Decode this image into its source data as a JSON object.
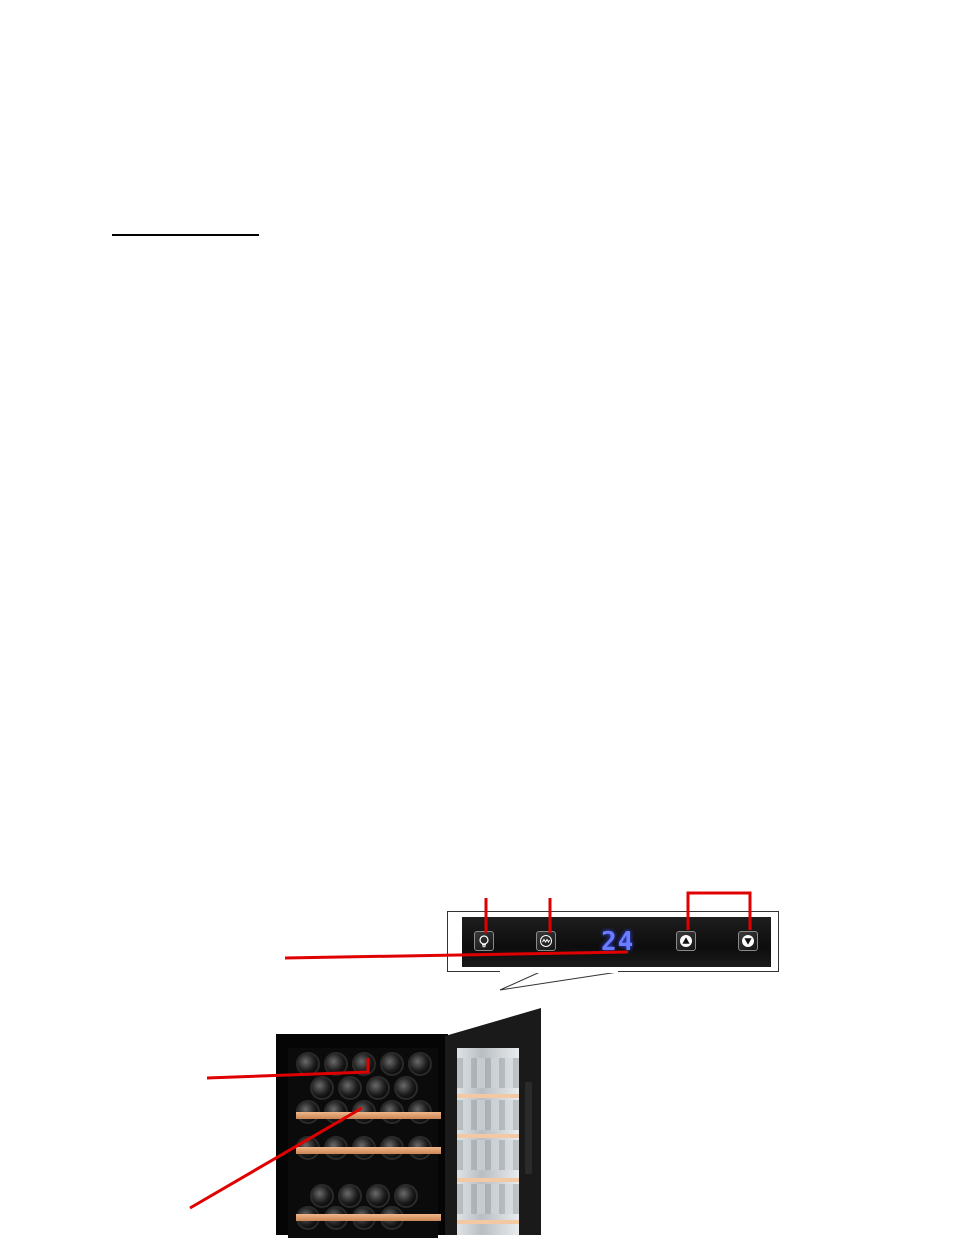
{
  "control_panel": {
    "display_value": "24",
    "buttons": [
      {
        "name": "light-button",
        "icon": "light-bulb-icon"
      },
      {
        "name": "unit-button",
        "icon": "wave-icon"
      },
      {
        "name": "up-button",
        "icon": "triangle-up-icon"
      },
      {
        "name": "down-button",
        "icon": "triangle-down-icon"
      }
    ],
    "display_color": "#6a7cff"
  },
  "colors": {
    "callout": "#e00000",
    "shelf": "#e0a06e",
    "panel": "#111111"
  }
}
